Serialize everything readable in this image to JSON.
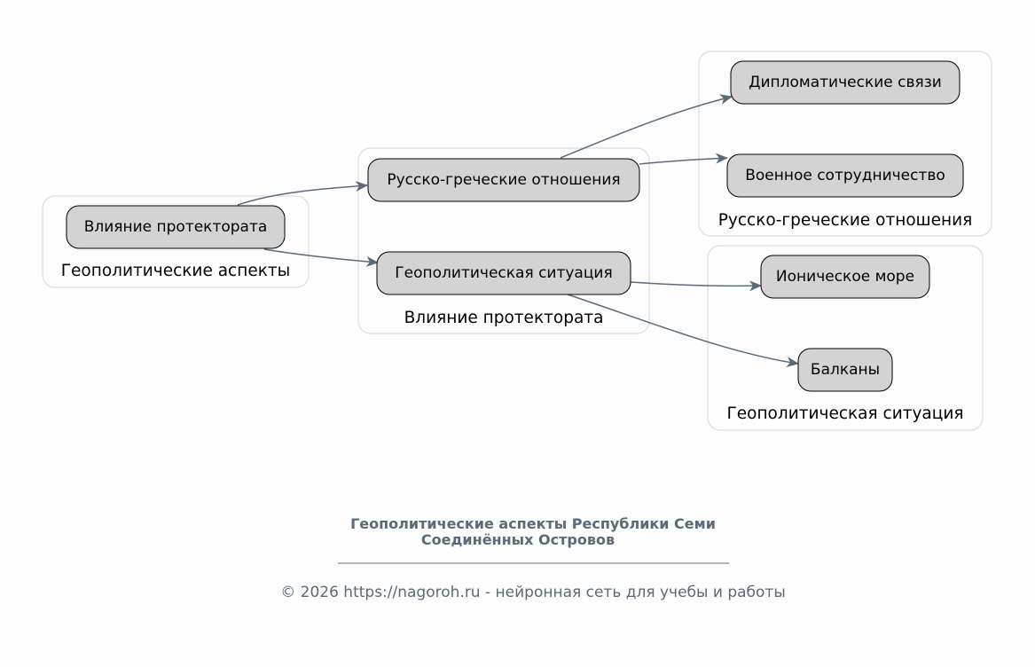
{
  "clusters": {
    "geo_aspects": "Геополитические аспекты",
    "influence": "Влияние протектората",
    "rus_greek": "Русско-греческие отношения",
    "geo_situation": "Геополитическая ситуация"
  },
  "nodes": {
    "influence": "Влияние протектората",
    "rus_greek": "Русско-греческие отношения",
    "geo_situation": "Геополитическая ситуация",
    "diplomatic": "Дипломатические связи",
    "military": "Военное сотрудничество",
    "ionian": "Ионическое море",
    "balkans": "Балканы"
  },
  "edges": [
    {
      "from": "Влияние протектората",
      "to": "Русско-греческие отношения"
    },
    {
      "from": "Влияние протектората",
      "to": "Геополитическая ситуация"
    },
    {
      "from": "Русско-греческие отношения",
      "to": "Дипломатические связи"
    },
    {
      "from": "Русско-греческие отношения",
      "to": "Военное сотрудничество"
    },
    {
      "from": "Геополитическая ситуация",
      "to": "Ионическое море"
    },
    {
      "from": "Геополитическая ситуация",
      "to": "Балканы"
    }
  ],
  "title": {
    "line1": "Геополитические аспекты Республики Семи",
    "line2": "Соединённых Островов"
  },
  "footer": "© 2026 https://nagoroh.ru - нейронная сеть для учебы и работы",
  "colors": {
    "edge": "#5a6a7a",
    "node_fill": "#d3d3d3",
    "cluster_border": "#dddddd"
  }
}
